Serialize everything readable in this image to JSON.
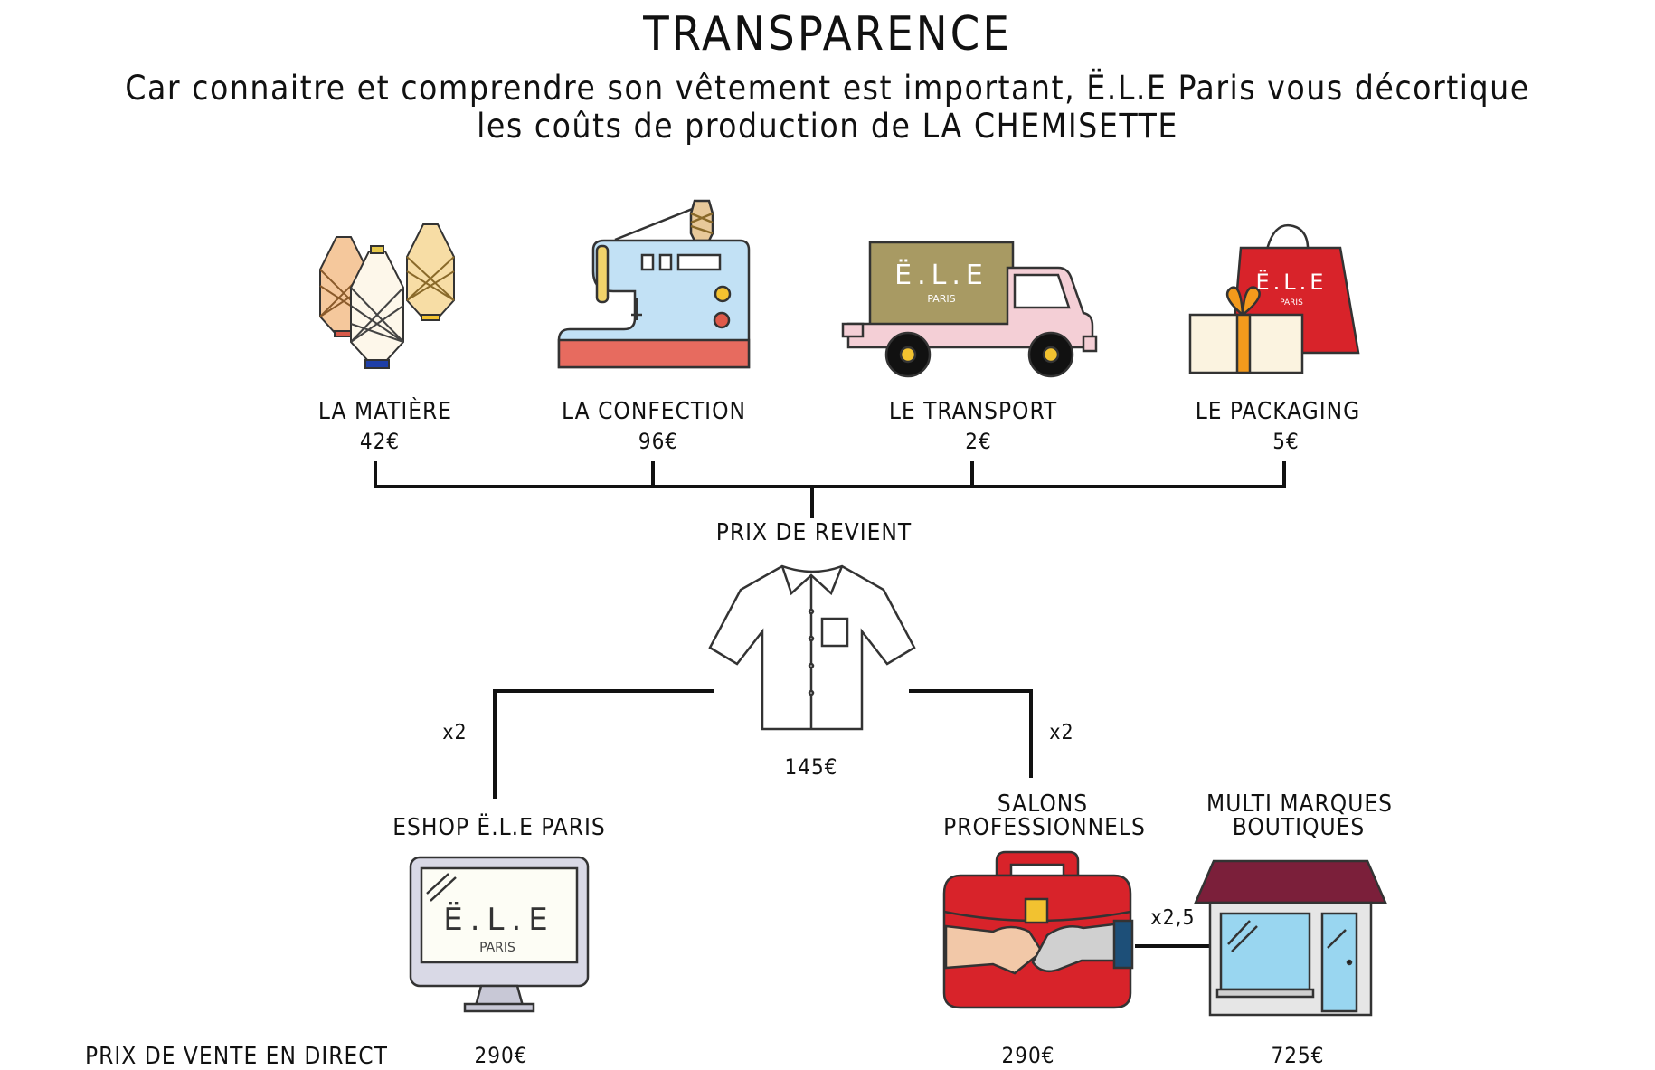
{
  "header": {
    "title": "TRANSPARENCE",
    "subtitle_line1": "Car connaitre et comprendre son vêtement est important, Ë.L.E Paris vous décortique",
    "subtitle_line2": "les coûts de production de LA CHEMISETTE"
  },
  "costs": [
    {
      "label": "LA MATIÈRE",
      "price": "42€",
      "icon": "thread-spools-icon"
    },
    {
      "label": "LA CONFECTION",
      "price": "96€",
      "icon": "sewing-machine-icon"
    },
    {
      "label": "LE TRANSPORT",
      "price": "2€",
      "icon": "delivery-truck-icon"
    },
    {
      "label": "LE PACKAGING",
      "price": "5€",
      "icon": "shopping-bag-gift-icon"
    }
  ],
  "cost_price": {
    "label": "PRIX DE REVIENT",
    "value": "145€",
    "icon": "shirt-icon"
  },
  "brand": {
    "logo": "Ë.L.E",
    "city": "PARIS"
  },
  "channels": {
    "eshop": {
      "label": "ESHOP Ë.L.E PARIS",
      "multiplier": "x2",
      "price": "290€",
      "icon": "computer-monitor-icon"
    },
    "salons": {
      "label_line1": "SALONS",
      "label_line2": "PROFESSIONNELS",
      "multiplier": "x2",
      "price": "290€",
      "icon": "briefcase-handshake-icon"
    },
    "boutiques": {
      "label_line1": "MULTI MARQUES",
      "label_line2": "BOUTIQUES",
      "multiplier": "x2,5",
      "price": "725€",
      "icon": "shop-front-icon"
    }
  },
  "footer": {
    "direct_price_label": "PRIX DE VENTE EN DIRECT"
  },
  "colors": {
    "ink": "#111111",
    "red": "#d8232a",
    "khaki": "#a89a63",
    "pink": "#f4cfd6",
    "light_blue": "#bfe0f5",
    "salmon": "#e76b5f",
    "maroon": "#7b1f3a",
    "cream": "#fbf3e0"
  }
}
